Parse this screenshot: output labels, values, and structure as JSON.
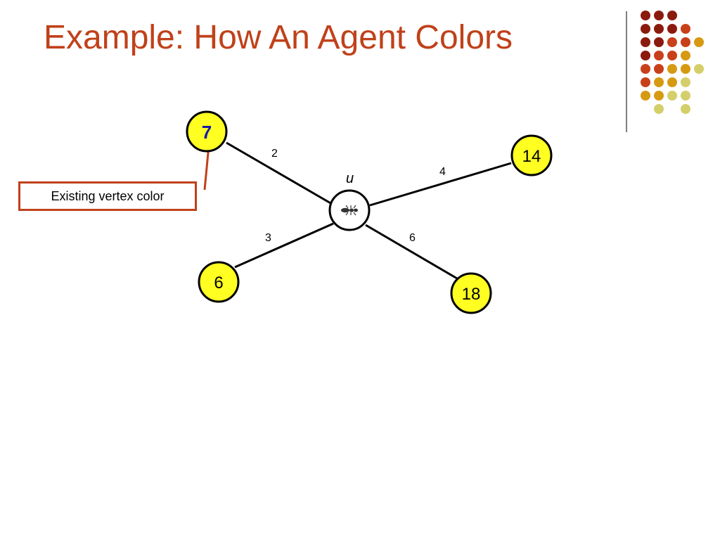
{
  "slide": {
    "title": "Example: How An Agent Colors"
  },
  "colors": {
    "title": "#c0411a",
    "node_fill": "#ffff22",
    "edge": "#000000",
    "callout_border": "#c0411a",
    "current_label": "#1a1aa8",
    "palette": [
      "#8b1a0e",
      "#c8401a",
      "#d69a12",
      "#d4cf6a"
    ]
  },
  "diagram": {
    "agent": {
      "label": "u",
      "icon": "ant-icon"
    },
    "neighbors": [
      {
        "id": "n1",
        "label": "7",
        "current": true,
        "edge_weight": "2"
      },
      {
        "id": "n2",
        "label": "14",
        "current": false,
        "edge_weight": "4"
      },
      {
        "id": "n3",
        "label": "6",
        "current": false,
        "edge_weight": "3"
      },
      {
        "id": "n4",
        "label": "18",
        "current": false,
        "edge_weight": "6"
      }
    ]
  },
  "callout": {
    "text": "Existing vertex color"
  }
}
